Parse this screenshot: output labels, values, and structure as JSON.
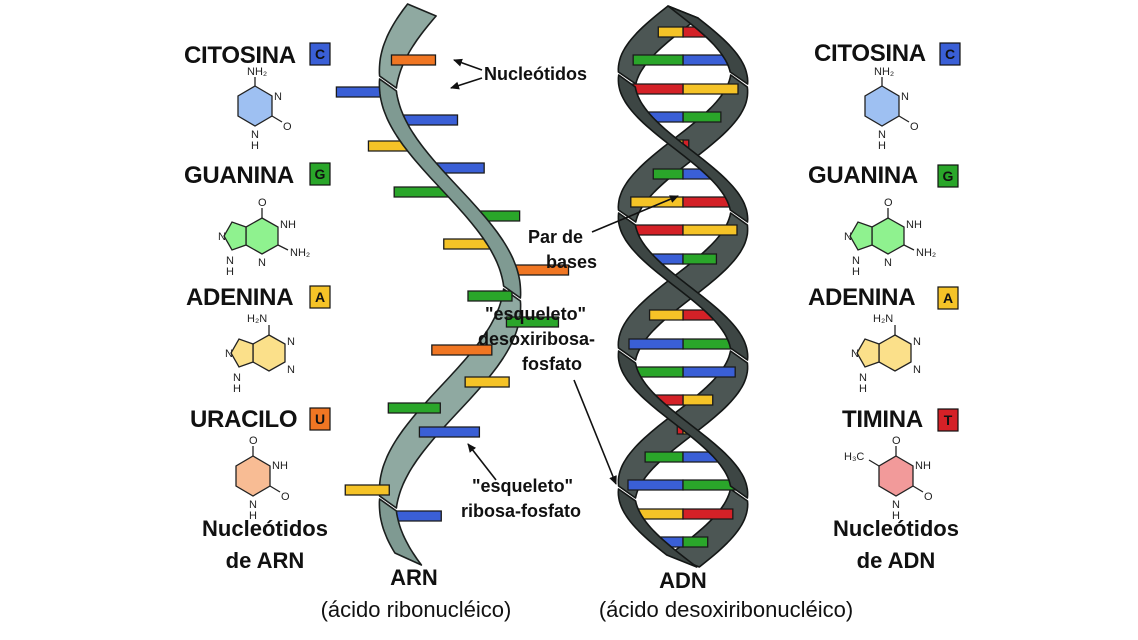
{
  "colors": {
    "cytosine": "#3a5fd6",
    "guanine": "#2aa62a",
    "adenine": "#f5c327",
    "uracil": "#f07623",
    "thymine": "#d42127",
    "rna_backbone": "#7f9a92",
    "dna_backbone": "#3d4644"
  },
  "left_column": {
    "nucleotides": [
      {
        "name": "CITOSINA",
        "letter": "C",
        "base": "cytosine"
      },
      {
        "name": "GUANINA",
        "letter": "G",
        "base": "guanine"
      },
      {
        "name": "ADENINA",
        "letter": "A",
        "base": "adenine"
      },
      {
        "name": "URACILO",
        "letter": "U",
        "base": "uracil"
      }
    ],
    "footer_line1": "Nucleótidos",
    "footer_line2": "de ARN"
  },
  "right_column": {
    "nucleotides": [
      {
        "name": "CITOSINA",
        "letter": "C",
        "base": "cytosine"
      },
      {
        "name": "GUANINA",
        "letter": "G",
        "base": "guanine"
      },
      {
        "name": "ADENINA",
        "letter": "A",
        "base": "adenine"
      },
      {
        "name": "TIMINA",
        "letter": "T",
        "base": "thymine"
      }
    ],
    "footer_line1": "Nucleótidos",
    "footer_line2": "de ADN"
  },
  "atoms": {
    "nh2": "NH₂",
    "h3c": "H₃C",
    "n": "N",
    "h": "H",
    "nh": "NH",
    "o": "O",
    "hn": "H₂N"
  },
  "annotations": {
    "nucleotides": "Nucleótidos",
    "base_pair_1": "Par de",
    "base_pair_2": "bases",
    "deoxy_1": "\"esqueleto\"",
    "deoxy_2": "desoxiribosa-",
    "deoxy_3": "fosfato",
    "ribose_1": "\"esqueleto\"",
    "ribose_2": "ribosa-fosfato"
  },
  "rna": {
    "label": "ARN",
    "full_name": "(ácido ribonucléico)"
  },
  "dna": {
    "label": "ADN",
    "full_name": "(ácido desoxiribonucléico)"
  }
}
